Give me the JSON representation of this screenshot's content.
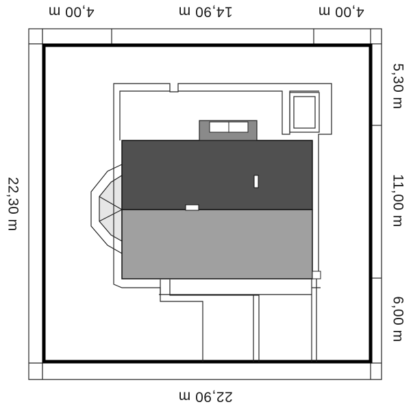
{
  "dimensions": {
    "top_left": "4,00 m",
    "top_center": "14,90 m",
    "top_right": "4,00 m",
    "bottom": "22,90 m",
    "left": "22,30 m",
    "right_top": "5,30 m",
    "right_middle": "11,00 m",
    "right_bottom": "6,00 m"
  },
  "colors": {
    "plot_boundary": "#000000",
    "roof_dark": "#505050",
    "roof_light": "#a0a0a0",
    "chimney": "#8a8a8a",
    "bay_roof": "#e6e6e6",
    "line": "#222222"
  }
}
